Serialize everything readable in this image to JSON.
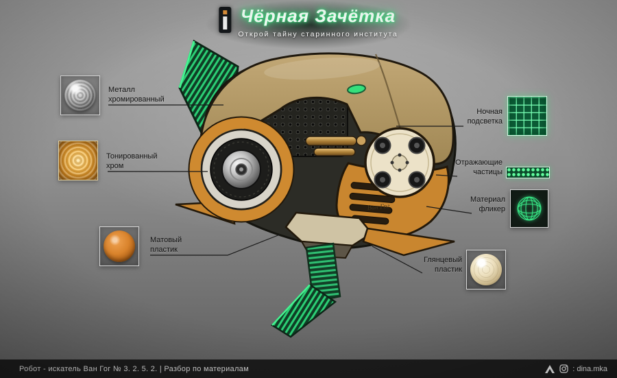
{
  "header": {
    "title": "Чёрная Зачётка",
    "subtitle": "Открой тайну старинного института"
  },
  "materials": {
    "metal_chrome": {
      "label": "Металл\nхромированный"
    },
    "tinted_chrome": {
      "label": "Тонированный\nхром"
    },
    "matte_plastic": {
      "label": "Матовый\nпластик"
    },
    "night_light": {
      "label": "Ночная\nподсветка"
    },
    "reflective_particles": {
      "label": "Отражающие\nчастицы"
    },
    "flicker_material": {
      "label": "Материал\nфликер"
    },
    "glossy_plastic": {
      "label": "Глянцевый\nпластик"
    }
  },
  "robot": {
    "marking": "Ван Гог"
  },
  "footer": {
    "left": "Робот - искатель Ван Гог № 3. 2. 5. 2.  |  Разбор по материалам",
    "credit": ": dina.mka"
  },
  "colors": {
    "accent_green": "#37ef83",
    "orange": "#c9862f",
    "tan_shell": "#b59a68",
    "background_top": "#a3a3a3",
    "background_bottom": "#5e5e5e",
    "footer_bg": "#1c1c1c"
  }
}
